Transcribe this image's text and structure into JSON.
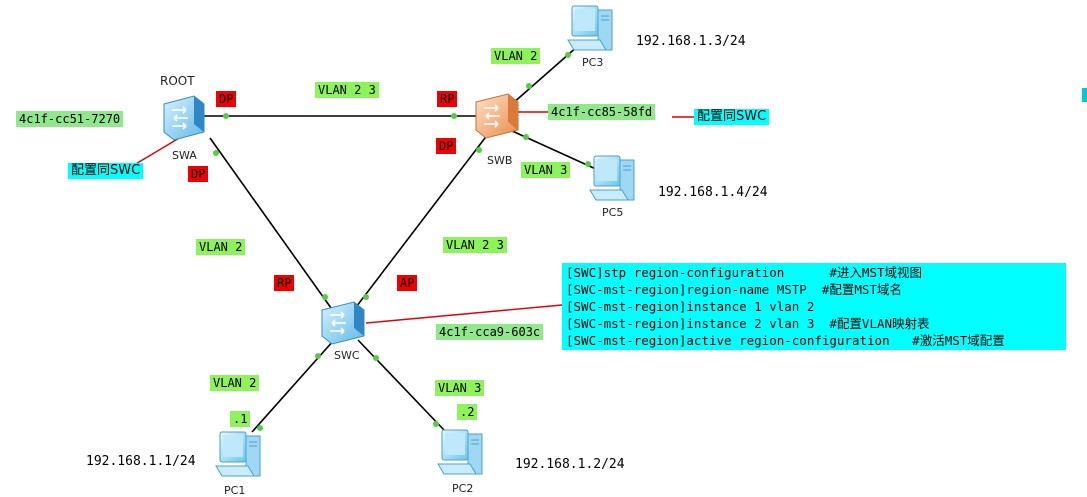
{
  "labels": {
    "root": "ROOT",
    "swa": "SWA",
    "swb": "SWB",
    "swc": "SWC",
    "pc1": "PC1",
    "pc2": "PC2",
    "pc3": "PC3",
    "pc5": "PC5"
  },
  "vlan_tags": {
    "ab": "VLAN 2 3",
    "ac": "VLAN 2",
    "bc": "VLAN 2 3",
    "pc3": "VLAN 2",
    "pc5": "VLAN 3",
    "pc1": "VLAN 2",
    "pc2": "VLAN 3",
    "pc1_suffix": ".1",
    "pc2_suffix": ".2"
  },
  "port_roles": {
    "swa_to_swb": "DP",
    "swa_to_swc": "DP",
    "swb_to_swa": "RP",
    "swb_to_swc": "DP",
    "swc_to_swa": "RP",
    "swc_to_swb": "AP"
  },
  "macs": {
    "swa": "4c1f-cc51-7270",
    "swb": "4c1f-cc85-58fd",
    "swc": "4c1f-cca9-603c"
  },
  "notes": {
    "swa": "配置同SWC",
    "swb": "配置同SWC"
  },
  "ips": {
    "pc1": "192.168.1.1/24",
    "pc2": "192.168.1.2/24",
    "pc3": "192.168.1.3/24",
    "pc5": "192.168.1.4/24"
  },
  "config_lines": [
    "[SWC]stp region-configuration      #进入MST域视图",
    "[SWC-mst-region]region-name MSTP  #配置MST域名",
    "[SWC-mst-region]instance 1 vlan 2",
    "[SWC-mst-region]instance 2 vlan 3  #配置VLAN映射表",
    "[SWC-mst-region]active region-configuration   #激活MST域配置"
  ],
  "colors": {
    "vlan_tag": "#8ef25a",
    "port_role": "#f00000",
    "mac_tag": "#8fe88a",
    "note": "#00ffff",
    "annotation_line": "#e00000",
    "link": "#000000",
    "link_dot": "#55cc44",
    "switch_blue": "#8fd3f0",
    "switch_orange": "#f0a070"
  }
}
